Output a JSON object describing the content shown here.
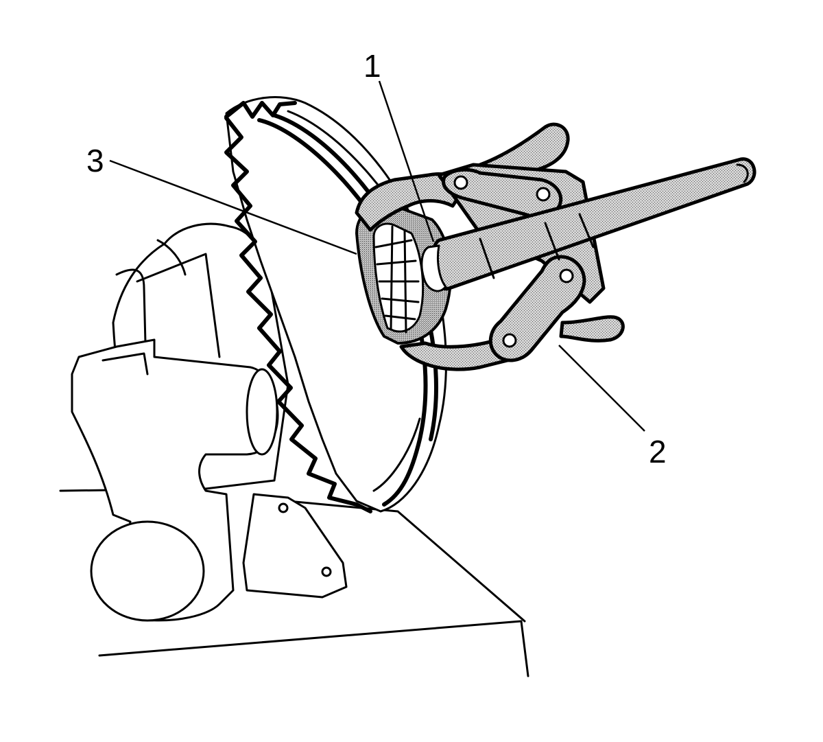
{
  "diagram": {
    "callouts": [
      {
        "id": "1",
        "label": "1"
      },
      {
        "id": "2",
        "label": "2"
      },
      {
        "id": "3",
        "label": "3"
      }
    ]
  },
  "colors": {
    "line": "#000000",
    "background": "#ffffff",
    "stipple": "#b8b8b8"
  }
}
